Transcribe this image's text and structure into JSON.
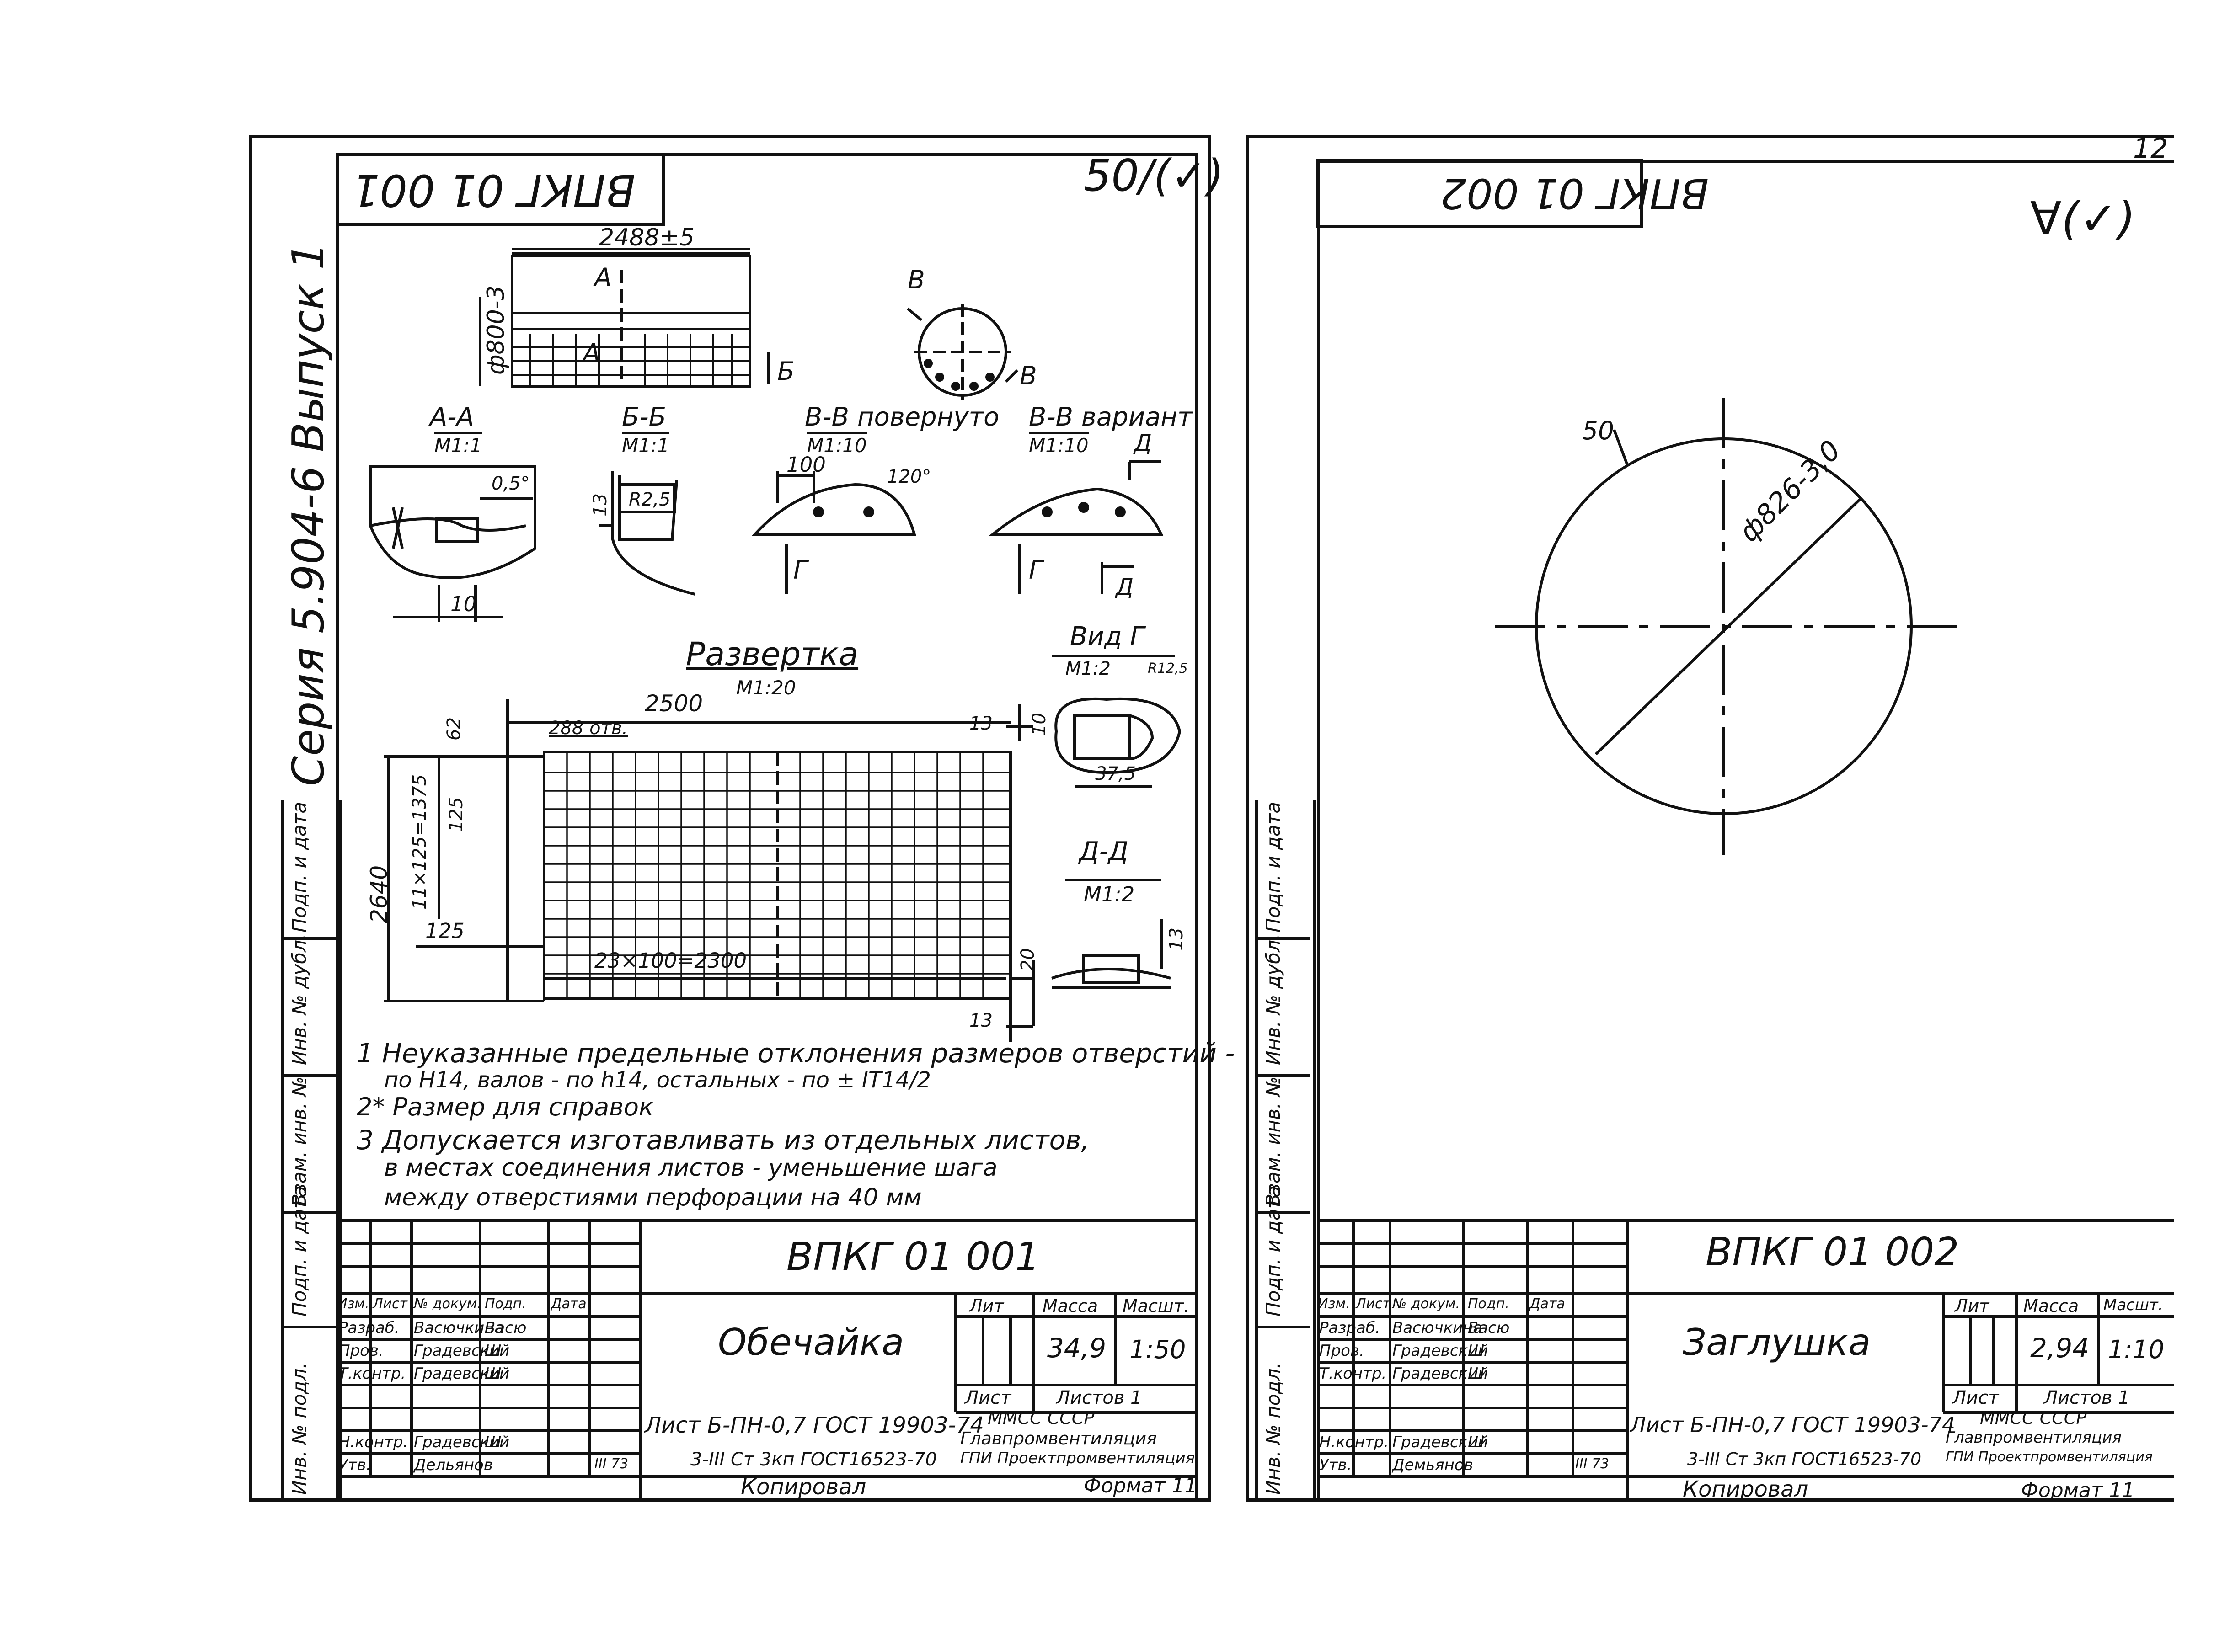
{
  "series_label": "Серия 5.904-6   Выпуск 1",
  "page_number": "12",
  "side_stamp_left": [
    "Инв. № подл.",
    "Подп. и дата",
    "Взам. инв. №",
    "Инв. № дубл.",
    "Подп. и дата"
  ],
  "left_sheet": {
    "code_flipped": "ВПКГ 01 001",
    "roughness": "50/(✓)",
    "dims": {
      "length": "2488±5",
      "diameter": "ф800-3",
      "width_2500": "2500",
      "height_2640": "2640",
      "pitch_vert": "11×125=1375",
      "pitch_horiz": "23×100=2300",
      "margin_125a": "125",
      "margin_125b": "125",
      "margin_62": "62",
      "holes": "288 отв.",
      "d13a": "13",
      "d10": "10",
      "d20": "20",
      "d13b": "13",
      "d05": "0,5°",
      "d10b": "10",
      "r25": "R2,5",
      "d13c": "13",
      "d100": "100",
      "a120": "120°",
      "d375": "37,5",
      "r129": "R12,5",
      "d13d": "13"
    },
    "sections": {
      "aa": "А-А",
      "aa_scale": "М1:1",
      "bb": "Б-Б",
      "bb_scale": "М1:1",
      "vv": "В-В повернуто",
      "vv_scale": "М1:10",
      "vv_var": "В-В вариант",
      "vv_var_scale": "М1:10",
      "vid_g": "Вид Г",
      "vid_g_scale": "М1:2",
      "dd": "Д-Д",
      "dd_scale": "М1:2",
      "razvertka": "Развертка",
      "razvertka_scale": "М1:20",
      "mark_a": "А",
      "mark_b": "Б",
      "mark_v": "В",
      "mark_g": "Г",
      "mark_d": "Д"
    },
    "notes": [
      "1 Неуказанные предельные отклонения размеров отверстий -",
      "по Н14, валов - по h14, остальных - по ± IT14/2",
      "2* Размер для справок",
      "3 Допускается изготавливать из отдельных листов,",
      "в местах соединения листов - уменьшение шага",
      "между отверстиями перфорации на 40 мм"
    ],
    "title_block": {
      "code": "ВПКГ 01 001",
      "name": "Обечайка",
      "lit": "Лит",
      "massa": "Масса",
      "masshtab": "Масшт.",
      "mass_value": "34,9",
      "scale_value": "1:50",
      "list": "Лист",
      "listov": "Листов 1",
      "material_1": "Лист Б-ПН-0,7 ГОСТ 19903-74",
      "material_2": "3-III Ст 3кп ГОСТ16523-70",
      "org_1": "ММСС СССР",
      "org_2": "Главпромвентиляция",
      "org_3": "ГПИ Проектпромвентиляция",
      "hdr": [
        "Изм.",
        "Лист",
        "№ докум.",
        "Подп.",
        "Дата"
      ],
      "rows": [
        [
          "Разраб.",
          "Васючкина",
          "Васю",
          ""
        ],
        [
          "Пров.",
          "Градевский",
          "Ш",
          ""
        ],
        [
          "Т.контр.",
          "Градевский",
          "Ш",
          ""
        ],
        [
          "",
          "",
          "",
          ""
        ],
        [
          "Н.контр.",
          "Градевский",
          "Ш",
          ""
        ],
        [
          "Утв.",
          "Дельянов",
          "",
          "III 73"
        ]
      ],
      "copied": "Копировал",
      "format": "Формат 11"
    }
  },
  "right_sheet": {
    "code_flipped": "ВПКГ 01 002",
    "roughness": "∀(✓)",
    "dim_50": "50",
    "dim_diam": "ф826-3,0",
    "title_block": {
      "code": "ВПКГ 01 002",
      "name": "Заглушка",
      "lit": "Лит",
      "massa": "Масса",
      "masshtab": "Масшт.",
      "mass_value": "2,94",
      "scale_value": "1:10",
      "list": "Лист",
      "listov": "Листов 1",
      "material_1": "Лист Б-ПН-0,7 ГОСТ 19903-74",
      "material_2": "3-III Ст 3кп ГОСТ16523-70",
      "org_1": "ММСС СССР",
      "org_2": "Главпромвентиляция",
      "org_3": "ГПИ Проектпромвентиляция",
      "hdr": [
        "Изм.",
        "Лист",
        "№ докум.",
        "Подп.",
        "Дата"
      ],
      "rows": [
        [
          "Разраб.",
          "Васючкина",
          "Васю",
          ""
        ],
        [
          "Пров.",
          "Градевский",
          "Ш",
          ""
        ],
        [
          "Т.контр.",
          "Градевский",
          "Ш",
          ""
        ],
        [
          "",
          "",
          "",
          ""
        ],
        [
          "Н.контр.",
          "Градевский",
          "Ш",
          ""
        ],
        [
          "Утв.",
          "Демьянов",
          "",
          "III 73"
        ]
      ],
      "copied": "Копировал",
      "format": "Формат 11"
    }
  }
}
